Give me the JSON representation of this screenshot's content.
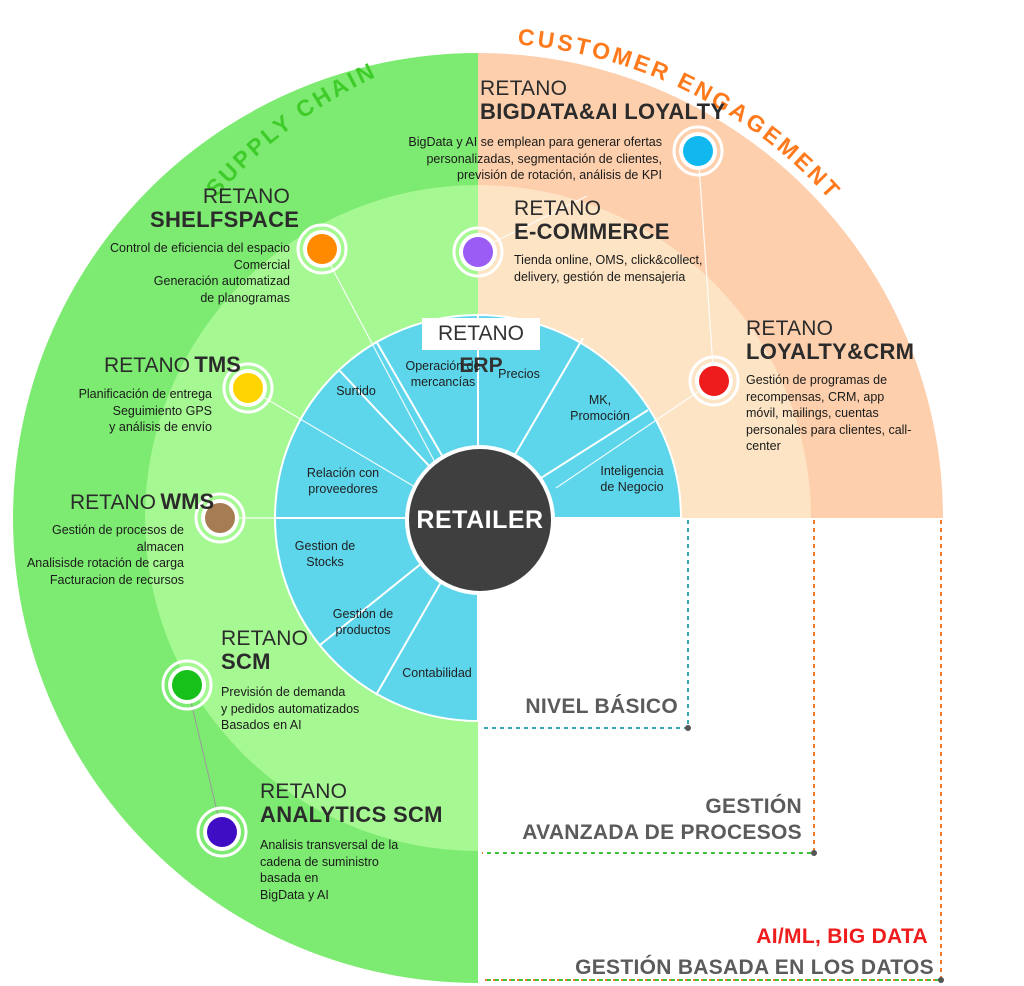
{
  "arcs": {
    "supply_chain": "SUPPLY CHAIN",
    "customer_engagement": "CUSTOMER ENGAGEMENT"
  },
  "colors": {
    "green_outer": "#7deb71",
    "green_inner": "#a6f893",
    "orange_outer": "#fdcfac",
    "orange_inner": "#fde4c5",
    "erp_cyan": "#5dd5eb",
    "center": "#3f3f3f",
    "supply_label": "#3fcc2b",
    "customer_label": "#ff7a1c",
    "teal_dots": "#3aa9b8",
    "orange_dots": "#f07a2a",
    "green_dots": "#3cc43a",
    "red_text": "#ee1c1c"
  },
  "center_label": "RETAILER",
  "erp": {
    "title_brand": "RETANO",
    "title_name": "ERP",
    "modules": [
      "Surtido",
      "Operación de mercancías",
      "Precios",
      "MK, Promoción",
      "Inteligencia de Negocio",
      "Relación con proveedores",
      "Gestion de Stocks",
      "Gestión de productos",
      "Contabilidad"
    ]
  },
  "products": {
    "bigdata": {
      "brand": "RETANO",
      "name": "BIGDATA&AI LOYALTY",
      "desc": [
        "BigData y AI se emplean para generar ofertas",
        "personalizadas, segmentación de clientes,",
        "previsión de rotación, análisis de KPI"
      ],
      "color": "#11b8f0",
      "icon": "light-blue-dot-icon"
    },
    "shelfspace": {
      "brand": "RETANO",
      "name": "SHELFSPACE",
      "desc": [
        "Control de eficiencia del espacio",
        "Comercial",
        "Generación automatizad",
        "de planogramas"
      ],
      "color": "#ff8a00",
      "icon": "orange-dot-icon"
    },
    "ecommerce": {
      "brand": "RETANO",
      "name": "E-COMMERCE",
      "desc": [
        "Tienda online, OMS, click&collect,",
        "delivery, gestión de mensajeria"
      ],
      "color": "#9b5cf6",
      "icon": "purple-dot-icon"
    },
    "loyalty": {
      "brand": "RETANO",
      "name": "LOYALTY&CRM",
      "desc": [
        "Gestión de programas de",
        "recompensas, CRM, app",
        "móvil, mailings, cuentas",
        "personales para clientes, call-",
        "center"
      ],
      "color": "#ee1c1c",
      "icon": "red-dot-icon"
    },
    "tms": {
      "brand": "RETANO",
      "name": "TMS",
      "desc": [
        "Planificación de entrega",
        "Seguimiento GPS",
        "y análisis de envío"
      ],
      "color": "#ffd400",
      "icon": "yellow-dot-icon"
    },
    "wms": {
      "brand": "RETANO",
      "name": "WMS",
      "desc": [
        "Gestión de procesos de",
        "almacen",
        "Analisisde rotación de carga",
        "Facturacion de recursos"
      ],
      "color": "#a67c52",
      "icon": "brown-dot-icon"
    },
    "scm": {
      "brand": "RETANO",
      "name": "SCM",
      "desc": [
        "Previsión de demanda",
        "y pedidos automatizados",
        "Basados en AI"
      ],
      "color": "#17c11a",
      "icon": "green-dot-icon"
    },
    "analytics": {
      "brand": "RETANO",
      "name": "ANALYTICS SCM",
      "desc": [
        "Analisis transversal de la",
        "cadena de suministro",
        "basada en",
        "BigData y AI"
      ],
      "color": "#3f0ec4",
      "icon": "indigo-dot-icon"
    }
  },
  "levels": {
    "basic": "NIVEL BÁSICO",
    "advanced_line1": "GESTIÓN",
    "advanced_line2": "AVANZADA DE PROCESOS",
    "data_red": "AI/ML, BIG DATA",
    "data_gray": "GESTIÓN BASADA EN LOS DATOS"
  }
}
